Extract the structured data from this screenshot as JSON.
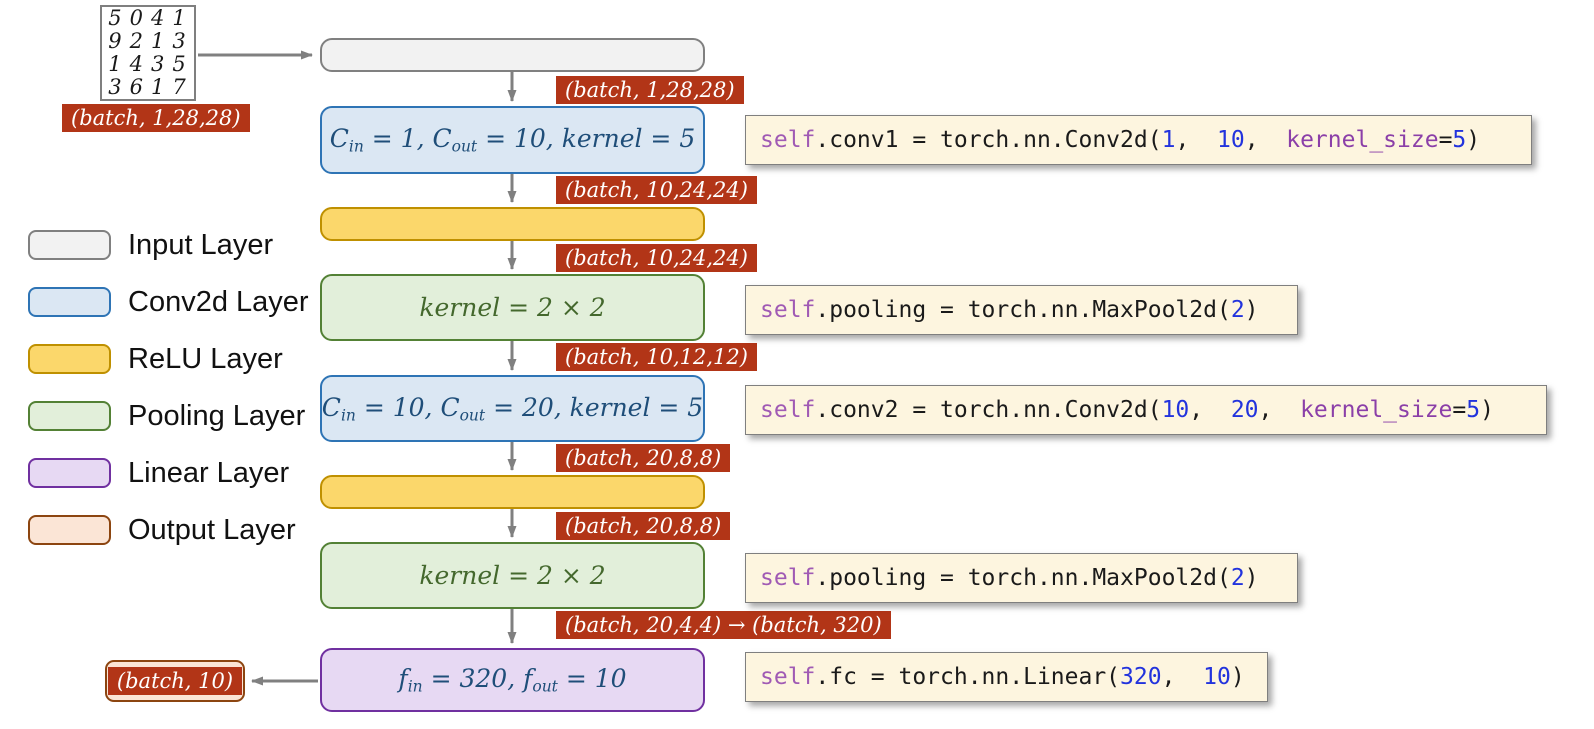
{
  "colors": {
    "badge_bg": "#b23517",
    "badge_text": "#ffffff",
    "code_bg": "#fdf5df",
    "arrow": "#808080"
  },
  "mnist": {
    "rows": [
      "5041",
      "9213",
      "1435",
      "3617"
    ],
    "shape_badge": "(batch, 1,28,28)"
  },
  "legend": {
    "items": [
      {
        "label": "Input Layer",
        "fill": "#f2f2f2",
        "border": "#808080"
      },
      {
        "label": "Conv2d Layer",
        "fill": "#dbe7f3",
        "border": "#2e74b5"
      },
      {
        "label": "ReLU Layer",
        "fill": "#fbd76b",
        "border": "#bf9000"
      },
      {
        "label": "Pooling Layer",
        "fill": "#e2efda",
        "border": "#538135"
      },
      {
        "label": "Linear Layer",
        "fill": "#e7d9f3",
        "border": "#7030a0"
      },
      {
        "label": "Output Layer",
        "fill": "#fbe5d6",
        "border": "#8c4510"
      }
    ]
  },
  "flow": {
    "conv1_label": [
      {
        "text": "C"
      },
      {
        "text": "in",
        "sub": true
      },
      {
        "text": " = 1, "
      },
      {
        "text": "C"
      },
      {
        "text": "out",
        "sub": true
      },
      {
        "text": " = 10, "
      },
      {
        "text": "kernel = 5"
      }
    ],
    "pool1_label": [
      {
        "text": "kernel = 2 × 2"
      }
    ],
    "conv2_label": [
      {
        "text": "C"
      },
      {
        "text": "in",
        "sub": true
      },
      {
        "text": " = 10, "
      },
      {
        "text": "C"
      },
      {
        "text": "out",
        "sub": true
      },
      {
        "text": " = 20, "
      },
      {
        "text": "kernel = 5"
      }
    ],
    "pool2_label": [
      {
        "text": "kernel = 2 × 2"
      }
    ],
    "linear_label": [
      {
        "text": "f"
      },
      {
        "text": "in",
        "sub": true
      },
      {
        "text": " = 320, "
      },
      {
        "text": "f"
      },
      {
        "text": "out",
        "sub": true
      },
      {
        "text": " = 10"
      }
    ],
    "badges": [
      "(batch, 1,28,28)",
      "(batch, 10,24,24)",
      "(batch, 10,24,24)",
      "(batch, 10,12,12)",
      "(batch, 20,8,8)",
      "(batch, 20,8,8)",
      "(batch, 20,4,4) → (batch, 320)"
    ],
    "output_badge": "(batch, 10)"
  },
  "code": {
    "lines": [
      {
        "tokens": [
          {
            "text": "self",
            "color": "#a05ab4"
          },
          {
            "text": ".conv1 = torch.nn.Conv2d("
          },
          {
            "text": "1",
            "color": "#2233dd"
          },
          {
            "text": ",  "
          },
          {
            "text": "10",
            "color": "#2233dd"
          },
          {
            "text": ",  "
          },
          {
            "text": "kernel_size",
            "color": "#8b3fa8"
          },
          {
            "text": "="
          },
          {
            "text": "5",
            "color": "#2233dd"
          },
          {
            "text": ")"
          }
        ]
      },
      {
        "tokens": [
          {
            "text": "self",
            "color": "#a05ab4"
          },
          {
            "text": ".pooling = torch.nn.MaxPool2d("
          },
          {
            "text": "2",
            "color": "#2233dd"
          },
          {
            "text": ")"
          }
        ]
      },
      {
        "tokens": [
          {
            "text": "self",
            "color": "#a05ab4"
          },
          {
            "text": ".conv2 = torch.nn.Conv2d("
          },
          {
            "text": "10",
            "color": "#2233dd"
          },
          {
            "text": ",  "
          },
          {
            "text": "20",
            "color": "#2233dd"
          },
          {
            "text": ",  "
          },
          {
            "text": "kernel_size",
            "color": "#8b3fa8"
          },
          {
            "text": "="
          },
          {
            "text": "5",
            "color": "#2233dd"
          },
          {
            "text": ")"
          }
        ]
      },
      {
        "tokens": [
          {
            "text": "self",
            "color": "#a05ab4"
          },
          {
            "text": ".pooling = torch.nn.MaxPool2d("
          },
          {
            "text": "2",
            "color": "#2233dd"
          },
          {
            "text": ")"
          }
        ]
      },
      {
        "tokens": [
          {
            "text": "self",
            "color": "#a05ab4"
          },
          {
            "text": ".fc = torch.nn.Linear("
          },
          {
            "text": "320",
            "color": "#2233dd"
          },
          {
            "text": ",  "
          },
          {
            "text": "10",
            "color": "#2233dd"
          },
          {
            "text": ")"
          }
        ]
      }
    ]
  }
}
